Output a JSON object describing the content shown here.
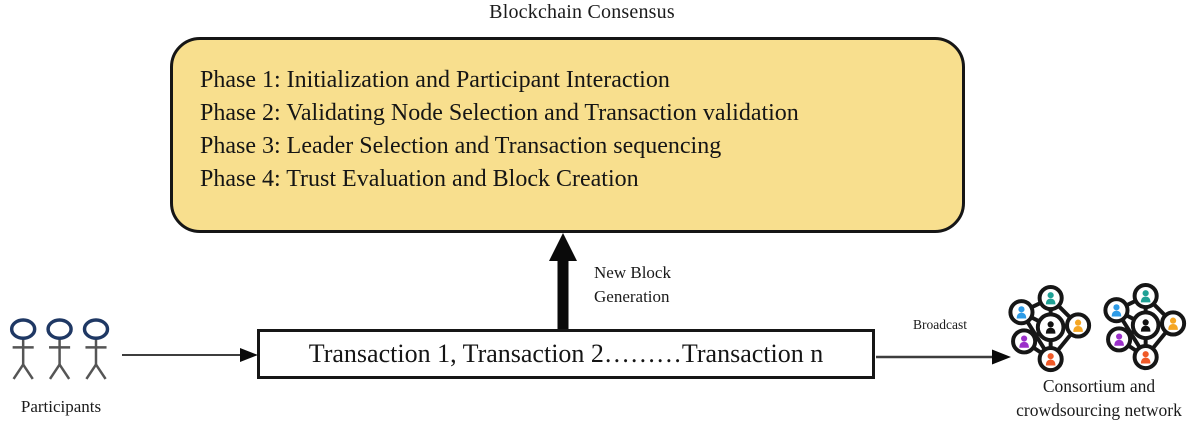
{
  "diagram": {
    "title": "Blockchain Consensus",
    "consensus_box": {
      "phases": [
        "Phase 1: Initialization and Participant Interaction",
        "Phase 2: Validating Node Selection and Transaction validation",
        "Phase 3: Leader Selection and Transaction sequencing",
        "Phase 4: Trust Evaluation and Block Creation"
      ],
      "fill_color": "#F8DF8E",
      "border_color": "#161616"
    },
    "new_block_label": {
      "line1": "New Block",
      "line2": "Generation"
    },
    "transaction_box": {
      "text": "Transaction 1, Transaction 2………Transaction n"
    },
    "broadcast_label": "Broadcast",
    "participants": {
      "label": "Participants",
      "figure_count": 3,
      "head_color": "#1F3864",
      "body_color": "#555555"
    },
    "network": {
      "label_line1": "Consortium and",
      "label_line2": "crowdsourcing network",
      "icon_count": 2,
      "node_colors": {
        "top": "#1FA195",
        "upper_left": "#2E9BE6",
        "right": "#F5A623",
        "lower_left": "#9B30C9",
        "bottom": "#F05A28",
        "center": "#111111"
      }
    }
  }
}
